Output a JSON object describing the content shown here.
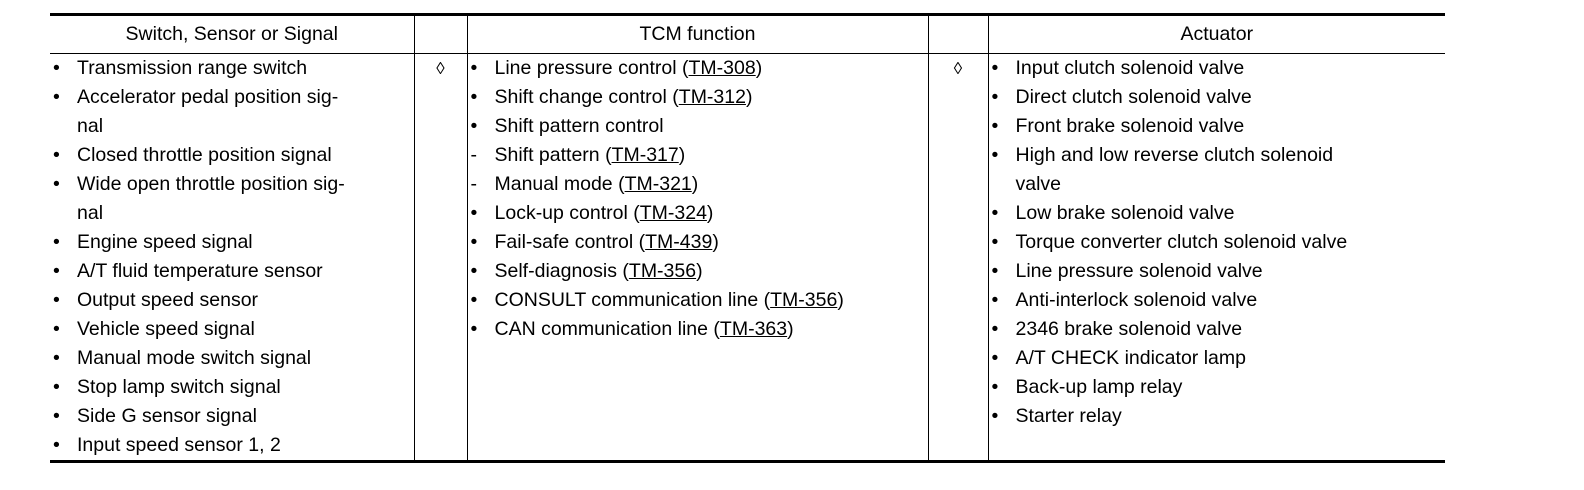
{
  "headers": {
    "switches": "Switch, Sensor or Signal",
    "tcm": "TCM function",
    "actuator": "Actuator"
  },
  "arrow_symbol": "◊",
  "switches": [
    [
      "Transmission range switch"
    ],
    [
      "Accelerator pedal position sig-",
      "nal"
    ],
    [
      "Closed throttle position signal"
    ],
    [
      "Wide open throttle position sig-",
      "nal"
    ],
    [
      "Engine speed signal"
    ],
    [
      "A/T fluid temperature sensor"
    ],
    [
      "Output speed sensor"
    ],
    [
      "Vehicle speed signal"
    ],
    [
      "Manual mode switch signal"
    ],
    [
      "Stop lamp switch signal"
    ],
    [
      "Side G sensor signal"
    ],
    [
      "Input speed sensor 1, 2"
    ]
  ],
  "tcm_functions": [
    {
      "marker": "•",
      "text": "Line pressure control (",
      "ref": "TM-308",
      "after": ")"
    },
    {
      "marker": "•",
      "text": "Shift change control (",
      "ref": "TM-312",
      "after": ")"
    },
    {
      "marker": "•",
      "text": "Shift pattern control",
      "ref": "",
      "after": ""
    },
    {
      "marker": "-",
      "text": "Shift pattern (",
      "ref": "TM-317",
      "after": ")"
    },
    {
      "marker": "-",
      "text": "Manual mode (",
      "ref": "TM-321",
      "after": ")"
    },
    {
      "marker": "•",
      "text": "Lock-up control (",
      "ref": "TM-324",
      "after": ")"
    },
    {
      "marker": "•",
      "text": "Fail-safe control (",
      "ref": "TM-439",
      "after": ")"
    },
    {
      "marker": "•",
      "text": "Self-diagnosis (",
      "ref": "TM-356",
      "after": ")"
    },
    {
      "marker": "•",
      "text": "CONSULT communication line (",
      "ref": "TM-356",
      "after": ")"
    },
    {
      "marker": "•",
      "text": "CAN communication line (",
      "ref": "TM-363",
      "after": ")"
    }
  ],
  "actuators": [
    [
      "Input clutch solenoid valve"
    ],
    [
      "Direct clutch solenoid valve"
    ],
    [
      "Front brake solenoid valve"
    ],
    [
      "High and low reverse clutch solenoid",
      "valve"
    ],
    [
      "Low brake solenoid valve"
    ],
    [
      "Torque converter clutch solenoid valve"
    ],
    [
      "Line pressure solenoid valve"
    ],
    [
      "Anti-interlock solenoid valve"
    ],
    [
      "2346 brake solenoid valve"
    ],
    [
      "A/T CHECK indicator lamp"
    ],
    [
      "Back-up lamp relay"
    ],
    [
      "Starter relay"
    ]
  ]
}
